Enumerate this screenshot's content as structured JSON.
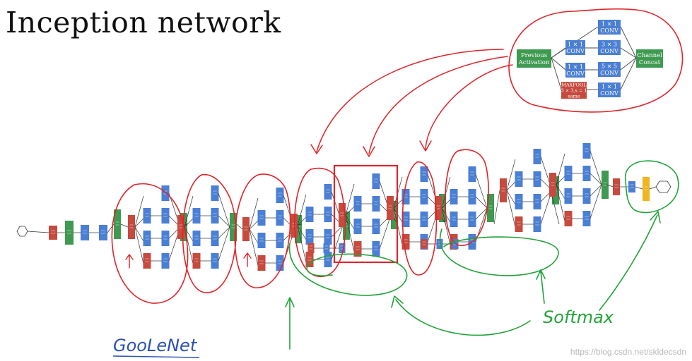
{
  "title": "Inception network",
  "inception_module": {
    "previous_label": [
      "Previous",
      "Activation"
    ],
    "concat_label": [
      "Channel",
      "Concat"
    ],
    "conv_1x1": [
      "1 × 1",
      "CONV"
    ],
    "conv_3x3": [
      "3 × 3",
      "CONV"
    ],
    "conv_5x5": [
      "5 × 5",
      "CONV"
    ],
    "maxpool": [
      "MAXPOOL",
      "3 × 3,s = 1",
      "same"
    ]
  },
  "annotations": {
    "googlenet": "GooLeNet",
    "softmax": "Softmax"
  },
  "watermark": "https://blog.csdn.net/skldecsdn",
  "colors": {
    "conv_blue": "#4a7fd4",
    "pool_red": "#c64a3e",
    "concat_green": "#3e9a50",
    "softmax_yellow": "#f0b51f",
    "ink_red": "#e0242a",
    "ink_green": "#22a33a",
    "handwriting_blue": "#2a4fb0"
  }
}
